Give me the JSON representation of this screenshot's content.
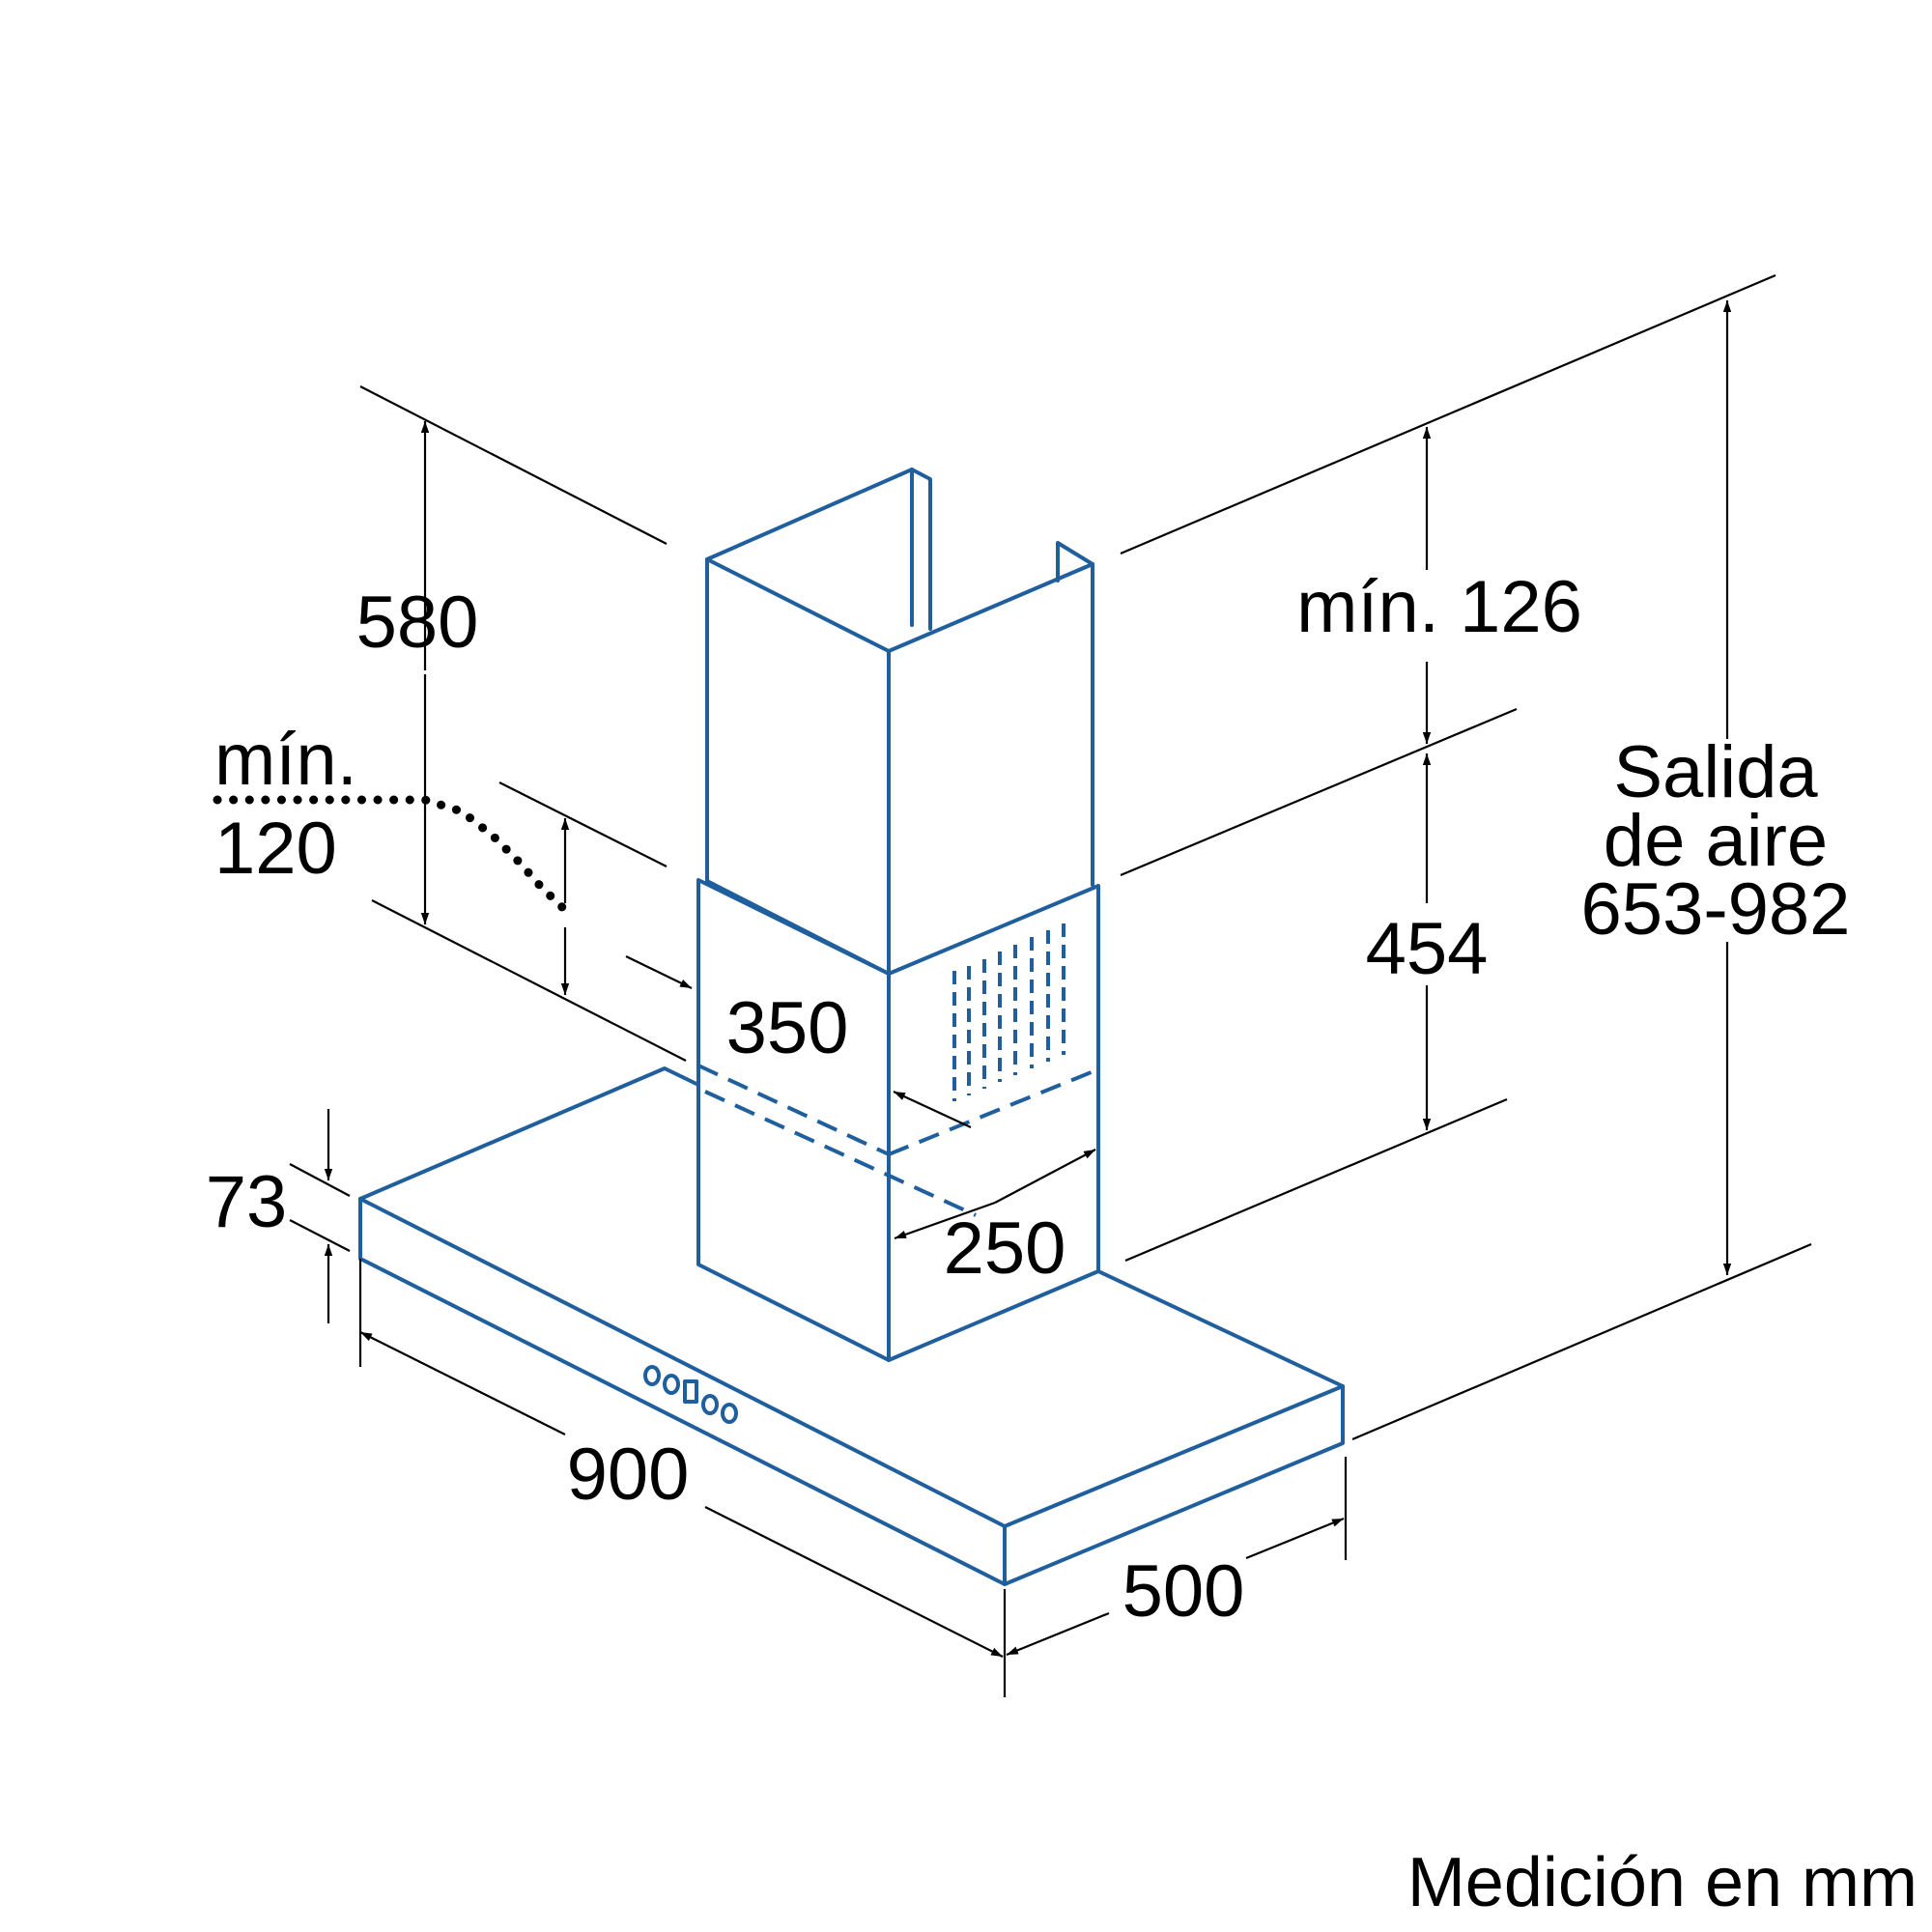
{
  "dimensions": {
    "chimney_height": "580",
    "min_label_line1": "mín.",
    "min_label_line2": "120",
    "min_126": "mín. 126",
    "chimney_lower_height": "454",
    "chimney_depth": "350",
    "chimney_width": "250",
    "hood_thickness": "73",
    "hood_width": "900",
    "hood_depth": "500",
    "air_outlet_line1": "Salida",
    "air_outlet_line2": "de aire",
    "air_outlet_line3": "653-982"
  },
  "footer": {
    "units_note": "Medición en mm"
  },
  "colors": {
    "outline": "#1f5f9e",
    "dimension_lines": "#000000"
  }
}
